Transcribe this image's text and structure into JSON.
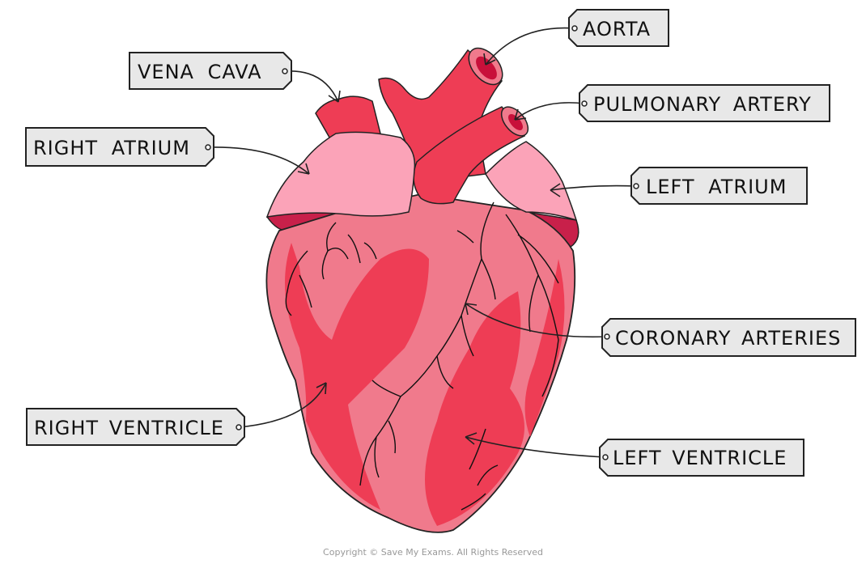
{
  "labels": {
    "aorta": "AORTA",
    "vena_cava": "VENA CAVA",
    "pulmonary_artery": "PULMONARY ARTERY",
    "right_atrium": "RIGHT ATRIUM",
    "left_atrium": "LEFT ATRIUM",
    "coronary_arteries": "CORONARY ARTERIES",
    "right_ventricle": "RIGHT VENTRICLE",
    "left_ventricle": "LEFT VENTRICLE"
  },
  "copyright": "Copyright © Save My Exams. All Rights Reserved",
  "colors": {
    "heart_body": "#f07a8c",
    "heart_dark": "#ee3d55",
    "atria": "#fba3b8",
    "atria_rim": "#c8204a",
    "tag_fill": "#e8e8e8"
  }
}
